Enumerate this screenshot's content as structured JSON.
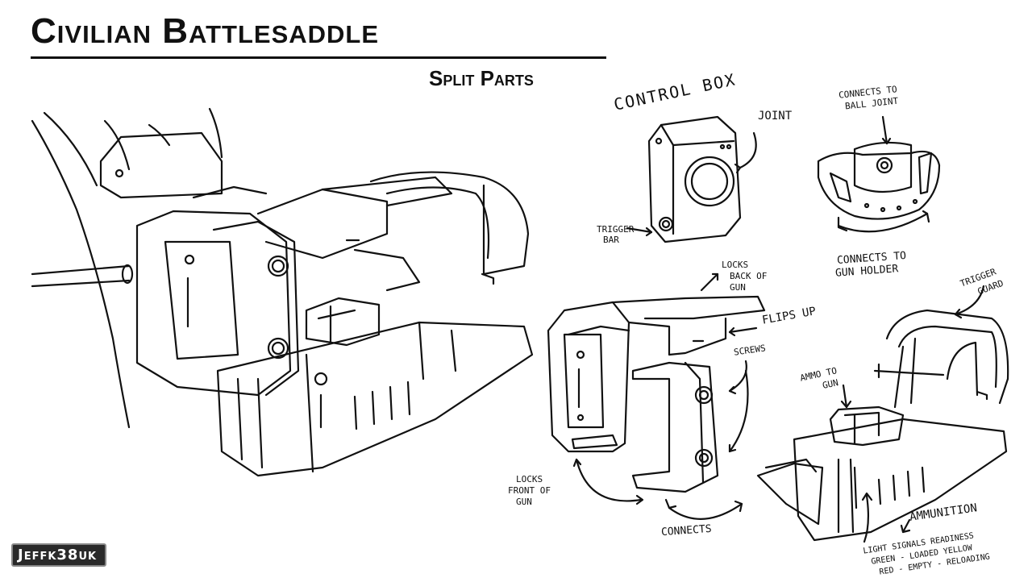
{
  "header": {
    "title": "Civilian Battlesaddle",
    "subtitle": "Split Parts"
  },
  "annotations": {
    "control_box": "Control Box",
    "joint": "Joint",
    "trigger_bar_1": "Trigger",
    "trigger_bar_2": "Bar",
    "ball_joint_1": "Connects to",
    "ball_joint_2": "Ball Joint",
    "gun_holder_1": "Connects to",
    "gun_holder_2": "Gun Holder",
    "locks_back_1": "Locks",
    "locks_back_2": "Back of",
    "locks_back_3": "Gun",
    "flips_up": "Flips Up",
    "screws": "Screws",
    "trigger_guard_1": "Trigger",
    "trigger_guard_2": "Guard",
    "ammo_1": "Ammo to",
    "ammo_2": "Gun",
    "locks_front_1": "Locks",
    "locks_front_2": "Front of",
    "locks_front_3": "Gun",
    "connects": "Connects",
    "ammunition": "Ammunition",
    "light_1": "Light signals readiness",
    "light_2": "Green - Loaded  Yellow",
    "light_3": "Red - Empty  - Reloading"
  },
  "signature": "Jeffk38uk"
}
